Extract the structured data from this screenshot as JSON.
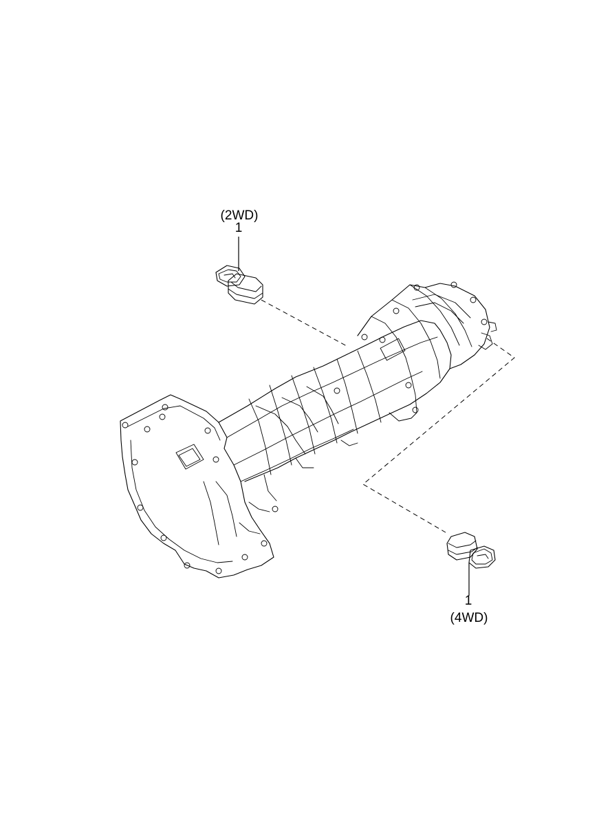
{
  "callouts": {
    "top": {
      "variant": "(2WD)",
      "part_number": "1"
    },
    "bottom": {
      "variant": "(4WD)",
      "part_number": "1"
    }
  },
  "colors": {
    "line": "#000000",
    "background": "#ffffff"
  },
  "icons": [
    "sensor-2wd-icon",
    "sensor-4wd-icon",
    "transmission-assembly-icon"
  ]
}
